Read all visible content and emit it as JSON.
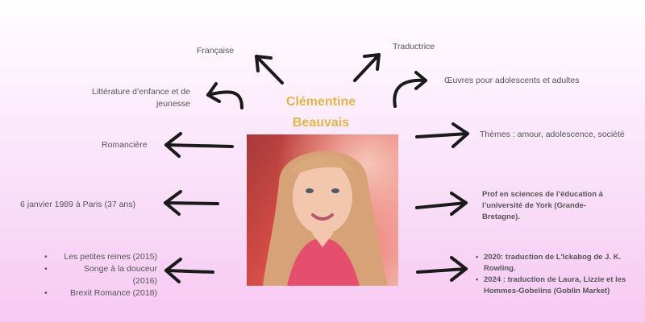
{
  "name_line1": "Clémentine",
  "name_line2": "Beauvais",
  "labels": {
    "nationality": "Française",
    "job": "Traductrice",
    "literature_line1": "Littérature d’enfance et de",
    "literature_line2": "jeunesse",
    "works": "Œuvres pour adolescents et adultes",
    "novelist": "Romancière",
    "themes": "Thèmes : amour, adolescence, société",
    "birth": "6 janvier 1989 à Paris (37 ans)",
    "prof_line1": "Prof en sciences de l’éducation à",
    "prof_line2": "l’université de York (Grande-",
    "prof_line3": "Bretagne)."
  },
  "books": [
    "Les petites reines (2015)",
    "Songe à la douceur (2016)",
    "Brexit Romance (2018)"
  ],
  "translations": {
    "t1_line1": "2020: traduction de L'Ickabog de J. K.",
    "t1_line2": "Rowling.",
    "t2_line1": "2024 : traduction de Laura, Lizzie et les",
    "t2_line2": "Hommes-Gobelins (Goblin Market)"
  },
  "colors": {
    "title": "#e0b74e",
    "arrow": "#1a1a1a",
    "bg_bottom": "#f6c9f3"
  },
  "icons": [
    "arrow-icon"
  ]
}
